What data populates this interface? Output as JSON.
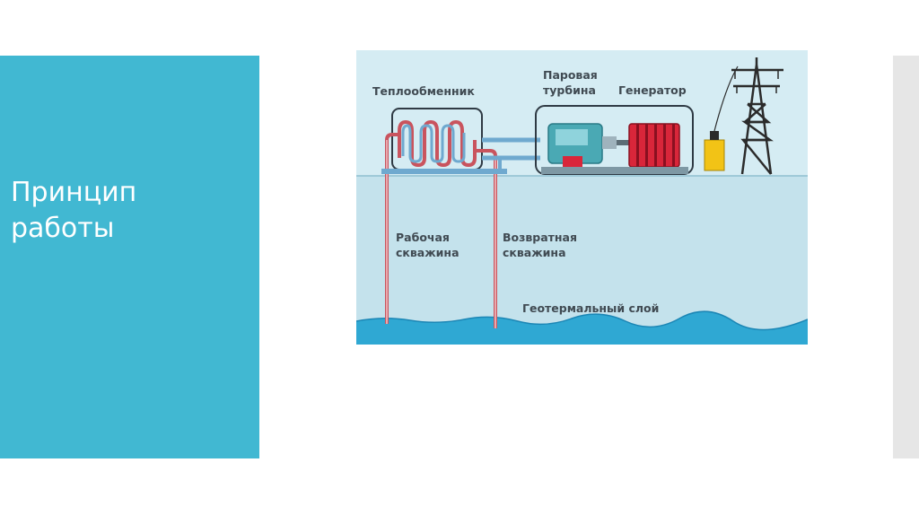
{
  "slide": {
    "title_line1": "Принцип",
    "title_line2": "работы",
    "panel_color": "#41b8d2"
  },
  "diagram": {
    "labels": {
      "heat_exchanger": "Теплообменник",
      "steam_turbine_line1": "Паровая",
      "steam_turbine_line2": "турбина",
      "generator": "Генератор",
      "production_well_line1": "Рабочая",
      "production_well_line2": "скважина",
      "return_well_line1": "Возвратная",
      "return_well_line2": "скважина",
      "geothermal_layer": "Геотермальный слой"
    },
    "colors": {
      "sky": "#d5ecf3",
      "ground": "#c4e2ec",
      "geothermal_water": "#2fa8d3",
      "pipe_red": "#c9545e",
      "pipe_blue": "#6fa9cf",
      "turbine_teal": "#4aa9b4",
      "generator_red": "#d9263a",
      "transformer_yellow": "#f2c316",
      "tower_dark": "#2b2b2b"
    }
  }
}
